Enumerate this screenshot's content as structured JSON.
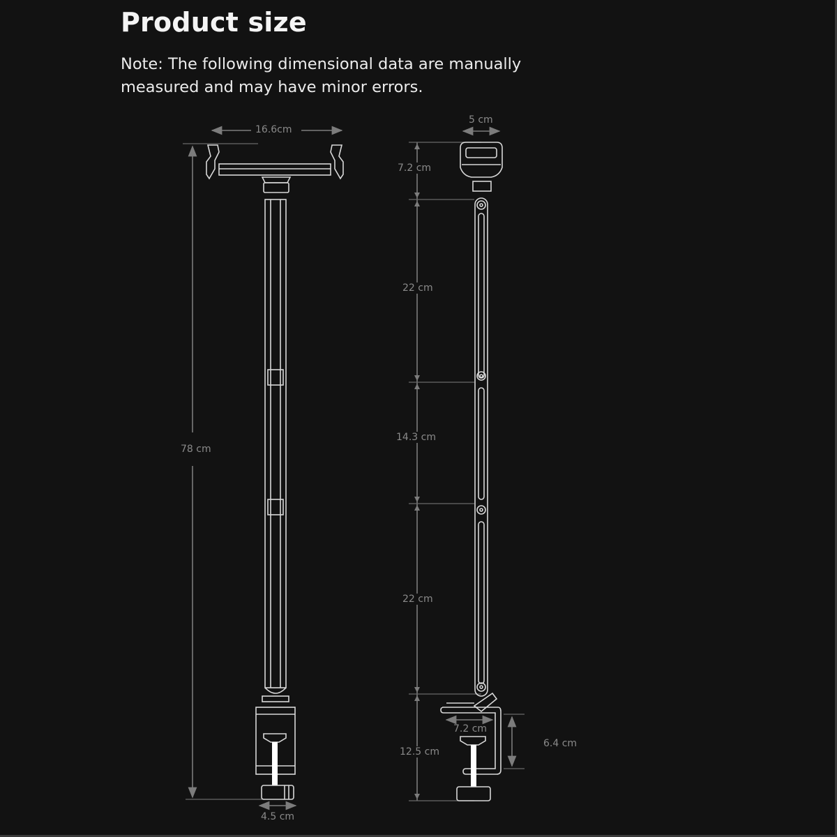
{
  "header": {
    "title": "Product size",
    "note": "Note: The following dimensional data are manually measured and may have minor errors."
  },
  "front_view": {
    "width_label": "16.6cm",
    "height_label": "78 cm",
    "base_label": "4.5 cm"
  },
  "side_view": {
    "head_width_label": "5 cm",
    "head_height_label": "7.2 cm",
    "arm_upper_label": "22 cm",
    "arm_middle_label": "14.3 cm",
    "arm_lower_label": "22 cm",
    "clamp_height_label": "12.5  cm",
    "clamp_depth_label": "7.2 cm",
    "clamp_opening_label": "6.4 cm"
  },
  "colors": {
    "background": "#121212",
    "line": "#d8d8d8",
    "dimension": "#7c7c7c",
    "text": "#f4f4f4"
  }
}
